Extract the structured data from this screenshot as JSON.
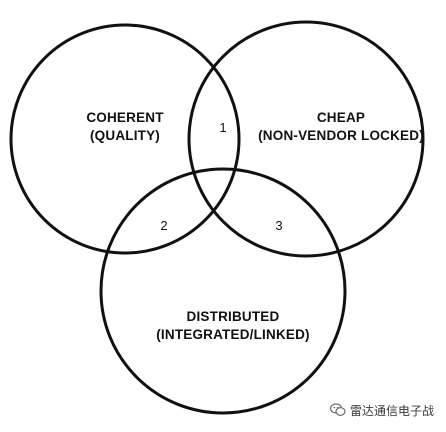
{
  "diagram": {
    "sets": [
      {
        "id": "coherent",
        "title": "COHERENT",
        "subtitle": "(QUALITY)"
      },
      {
        "id": "cheap",
        "title": "CHEAP",
        "subtitle": "(NON-VENDOR LOCKED)"
      },
      {
        "id": "distributed",
        "title": "DISTRIBUTED",
        "subtitle": "(INTEGRATED/LINKED)"
      }
    ],
    "intersections": [
      {
        "label": "1",
        "between": [
          "coherent",
          "cheap"
        ]
      },
      {
        "label": "2",
        "between": [
          "coherent",
          "distributed"
        ]
      },
      {
        "label": "3",
        "between": [
          "cheap",
          "distributed"
        ]
      }
    ],
    "stroke_color": "#111111"
  },
  "watermark": {
    "text": "雷达通信电子战",
    "icon": "wechat-icon"
  }
}
